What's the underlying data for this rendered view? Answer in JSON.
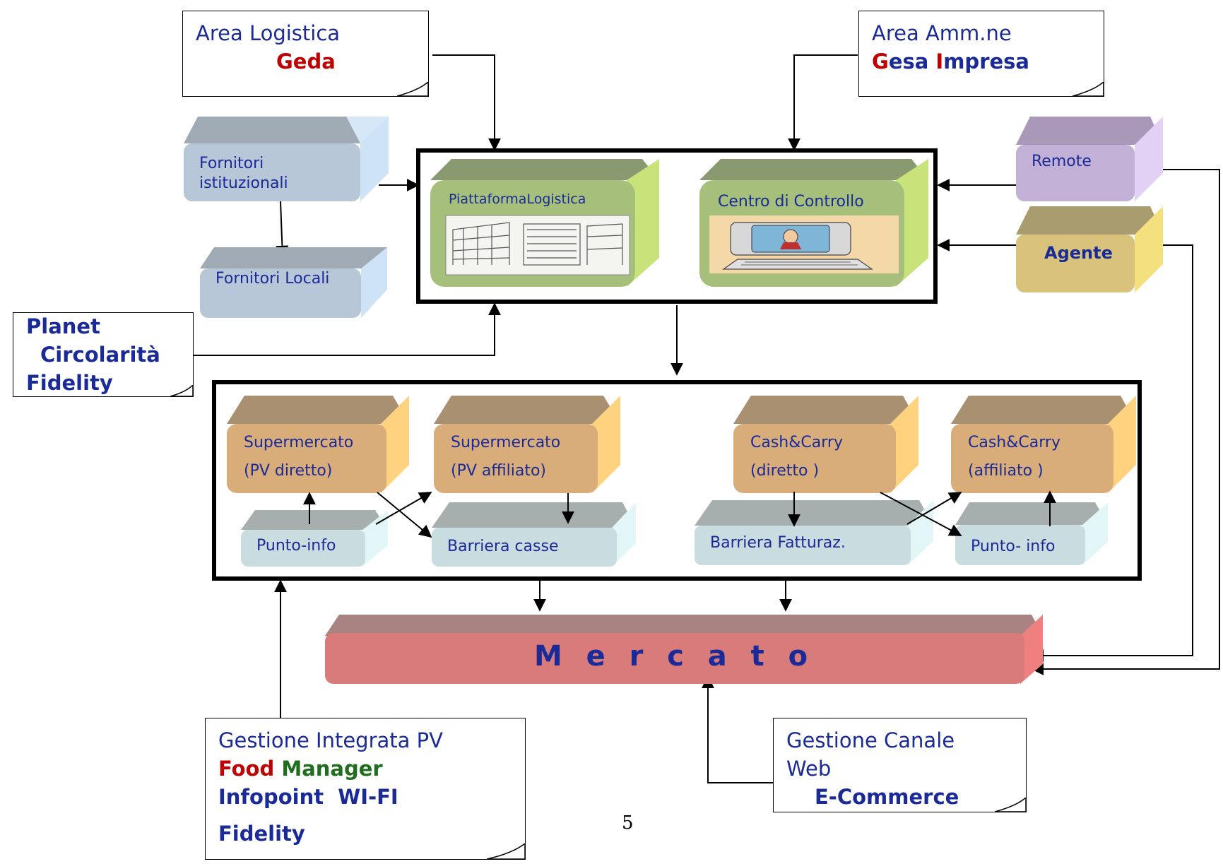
{
  "notes": {
    "logistica": {
      "line1": "Area Logistica",
      "line2": "Geda"
    },
    "amministrazione": {
      "line1": "Area Amm.ne",
      "g": "G",
      "esa": "esa ",
      "i": "I",
      "mpresa": "mpresa"
    },
    "planet": {
      "line1": "Planet",
      "line2": "Circolarità",
      "line3": "Fidelity"
    },
    "gestione_pv": {
      "line1": "Gestione Integrata PV",
      "food": "Food",
      "manager": "Manager",
      "line3": "Infopoint  WI-FI",
      "line4": "Fidelity"
    },
    "canale_web": {
      "line1": "Gestione Canale",
      "line2": "Web",
      "line3": "E-Commerce"
    }
  },
  "boxes": {
    "fornitori_ist": {
      "line1": "Fornitori",
      "line2": "istituzionali"
    },
    "fornitori_locali": "Fornitori Locali",
    "piattaforma": "PiattaformaLogistica",
    "centro": "Centro di Controllo",
    "remote": "Remote",
    "agente": "Agente",
    "super_diretto": {
      "line1": "Supermercato",
      "line2": "(PV diretto)"
    },
    "super_affiliato": {
      "line1": "Supermercato",
      "line2": "(PV affiliato)"
    },
    "cash_diretto": {
      "line1": "Cash&Carry",
      "line2": "(diretto )"
    },
    "cash_affiliato": {
      "line1": "Cash&Carry",
      "line2": "(affiliato )"
    },
    "punto_info_1": "Punto-info",
    "barriera_casse": "Barriera casse",
    "barriera_fatt": "Barriera Fatturaz.",
    "punto_info_2": "Punto- info",
    "mercato": "M  e  r  c  a  t  o"
  },
  "page_number": "5",
  "colors": {
    "frame": "#000000",
    "text_blue": "#1a2a96",
    "red": "#c00000",
    "green": "#1e6e1e",
    "fornitori_front": "#b7c7d8",
    "fornitori_side": "#cfe3f7",
    "green_box_front": "#a6c07c",
    "green_box_side": "#c7e37a",
    "remote_front": "#c2b0d6",
    "agente_front": "#d9c37c",
    "orange_front": "#d9ad7a",
    "orange_side": "#ffd27f",
    "teal_front": "#c9dce0",
    "mercato_front": "#d97b7b"
  }
}
